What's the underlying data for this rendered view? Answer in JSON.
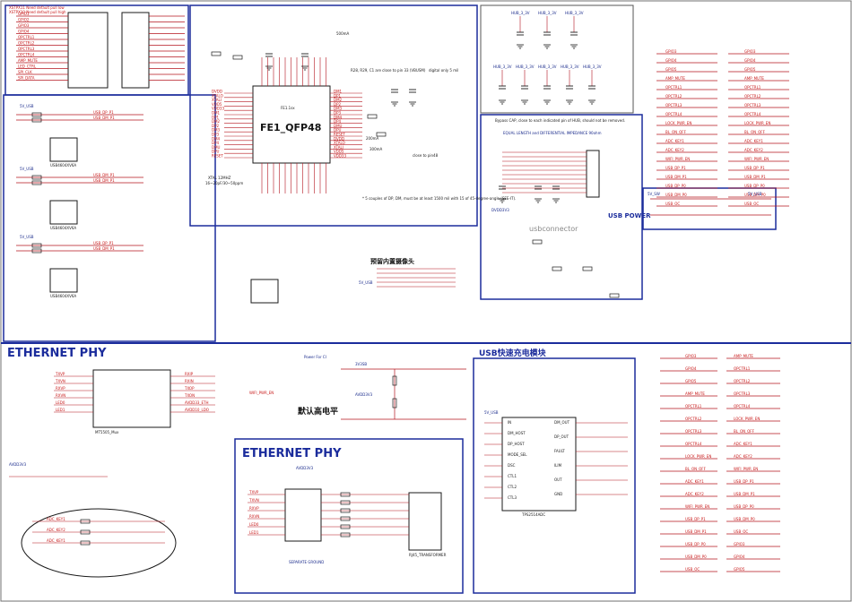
{
  "sections": {
    "ethernet_top": "ETHERNET PHY",
    "ethernet_bottom": "ETHERNET PHY",
    "usb_charge": "USB快速充电模块",
    "usb_power": "USB POWER",
    "camera": "预留内置摄像头",
    "separate_ground": "SEPARATE  GROUND",
    "default_high": "默认高电平",
    "power_for_ci": "Power For CI",
    "connector": "usbconnector"
  },
  "chips": {
    "hub": "FE1_QFP48",
    "hub_ref": "FE1.1sx",
    "xtal": "XTAL 12MHZ",
    "xtal_cap": "16~20pF/30~50ppm",
    "charge_ic": "TPS2514ADC",
    "phy_mux": "MT5505_Mux",
    "phy_xfmr": "RJ45_TRANSFORMER",
    "usb_esd": "USB4604XV6A"
  },
  "notes": {
    "hub_usb_note": "* 5 couples of DP, DM, must be at least 1500 mil with 15 of 45-degree-angle (SEE-IT).",
    "bypass_note": "Bypass CAP, close to each indicated pin of HUB, should not be removed.",
    "impedance_note": "EQUAL LENGTH and DIFFERENTIAL IMPEDANCE 90ohm",
    "close_to_pin": "close to pin48",
    "current_500": "500mA",
    "current_300": "300mA",
    "current_200": "200mA",
    "digital_only": "digital only 5 mil",
    "r26_note": "R28, R29, C1 are close to pin 33 (VBUSM)",
    "top_hint_1": "XSTPX11 Need default pull low   ",
    "top_hint_2": "XSTPX10 Need default pull high"
  },
  "nets_left": [
    "GPIO1",
    "GPIO2",
    "GPIO3",
    "GPIO4",
    "OPCTRL1",
    "OPCTRL2",
    "OPCTRL3",
    "OPCTRL4",
    "AMP_MUTE",
    "LED_CTRL",
    "SPI_CLK",
    "SPI_DATA"
  ],
  "nets_right": [
    "GPIO3",
    "GPIO4",
    "GPIO5",
    "AMP_MUTE",
    "OPCTRL1",
    "OPCTRL2",
    "OPCTRL3",
    "OPCTRL4",
    "LOCK_PWR_EN",
    "BL_ON_OFF",
    "ADC_KEY1",
    "ADC_KEY2",
    "WIFI_PWR_EN",
    "USB_DP_P1",
    "USB_DM_P1",
    "USB_DP_P0",
    "USB_DM_P0",
    "USB_OC"
  ],
  "rails": {
    "v5": "5V_USB",
    "v33": "3V3SB",
    "hub33": "HUB_3_3V",
    "vcc5": "5V_SW",
    "dvdd": "DVDD3V3",
    "avdd": "AVDD3V3"
  },
  "phy_pins_left": [
    "TXVP",
    "TXVN",
    "RXVP",
    "RXVN",
    "LED0",
    "LED1"
  ],
  "phy_pins_right": [
    "RXIP",
    "RXIN",
    "TXOP",
    "TXON",
    "AVDD33_ETH",
    "AVDD10_LDO"
  ],
  "charge_pins_left": [
    "IN",
    "DM_HOST",
    "DP_HOST",
    "MODE_SEL",
    "DSC",
    "CTL1",
    "CTL2",
    "CTL3"
  ],
  "charge_pins_right": [
    "DM_OUT",
    "DP_OUT",
    "FAULT",
    "ILIM",
    "OUT",
    "GND"
  ],
  "hub_pins": [
    "DVDD",
    "XTALO",
    "XTALI",
    "VDD5",
    "VDD33",
    "DM1",
    "DP1",
    "DM2",
    "DP2",
    "DM3",
    "DP3",
    "DM4",
    "DP4",
    "DMU",
    "DPU",
    "RESET"
  ],
  "colors": {
    "wire": "#b4141e",
    "frame": "#1b2c9c",
    "text": "#1a1a1a",
    "heading": "#1b2c9c"
  }
}
